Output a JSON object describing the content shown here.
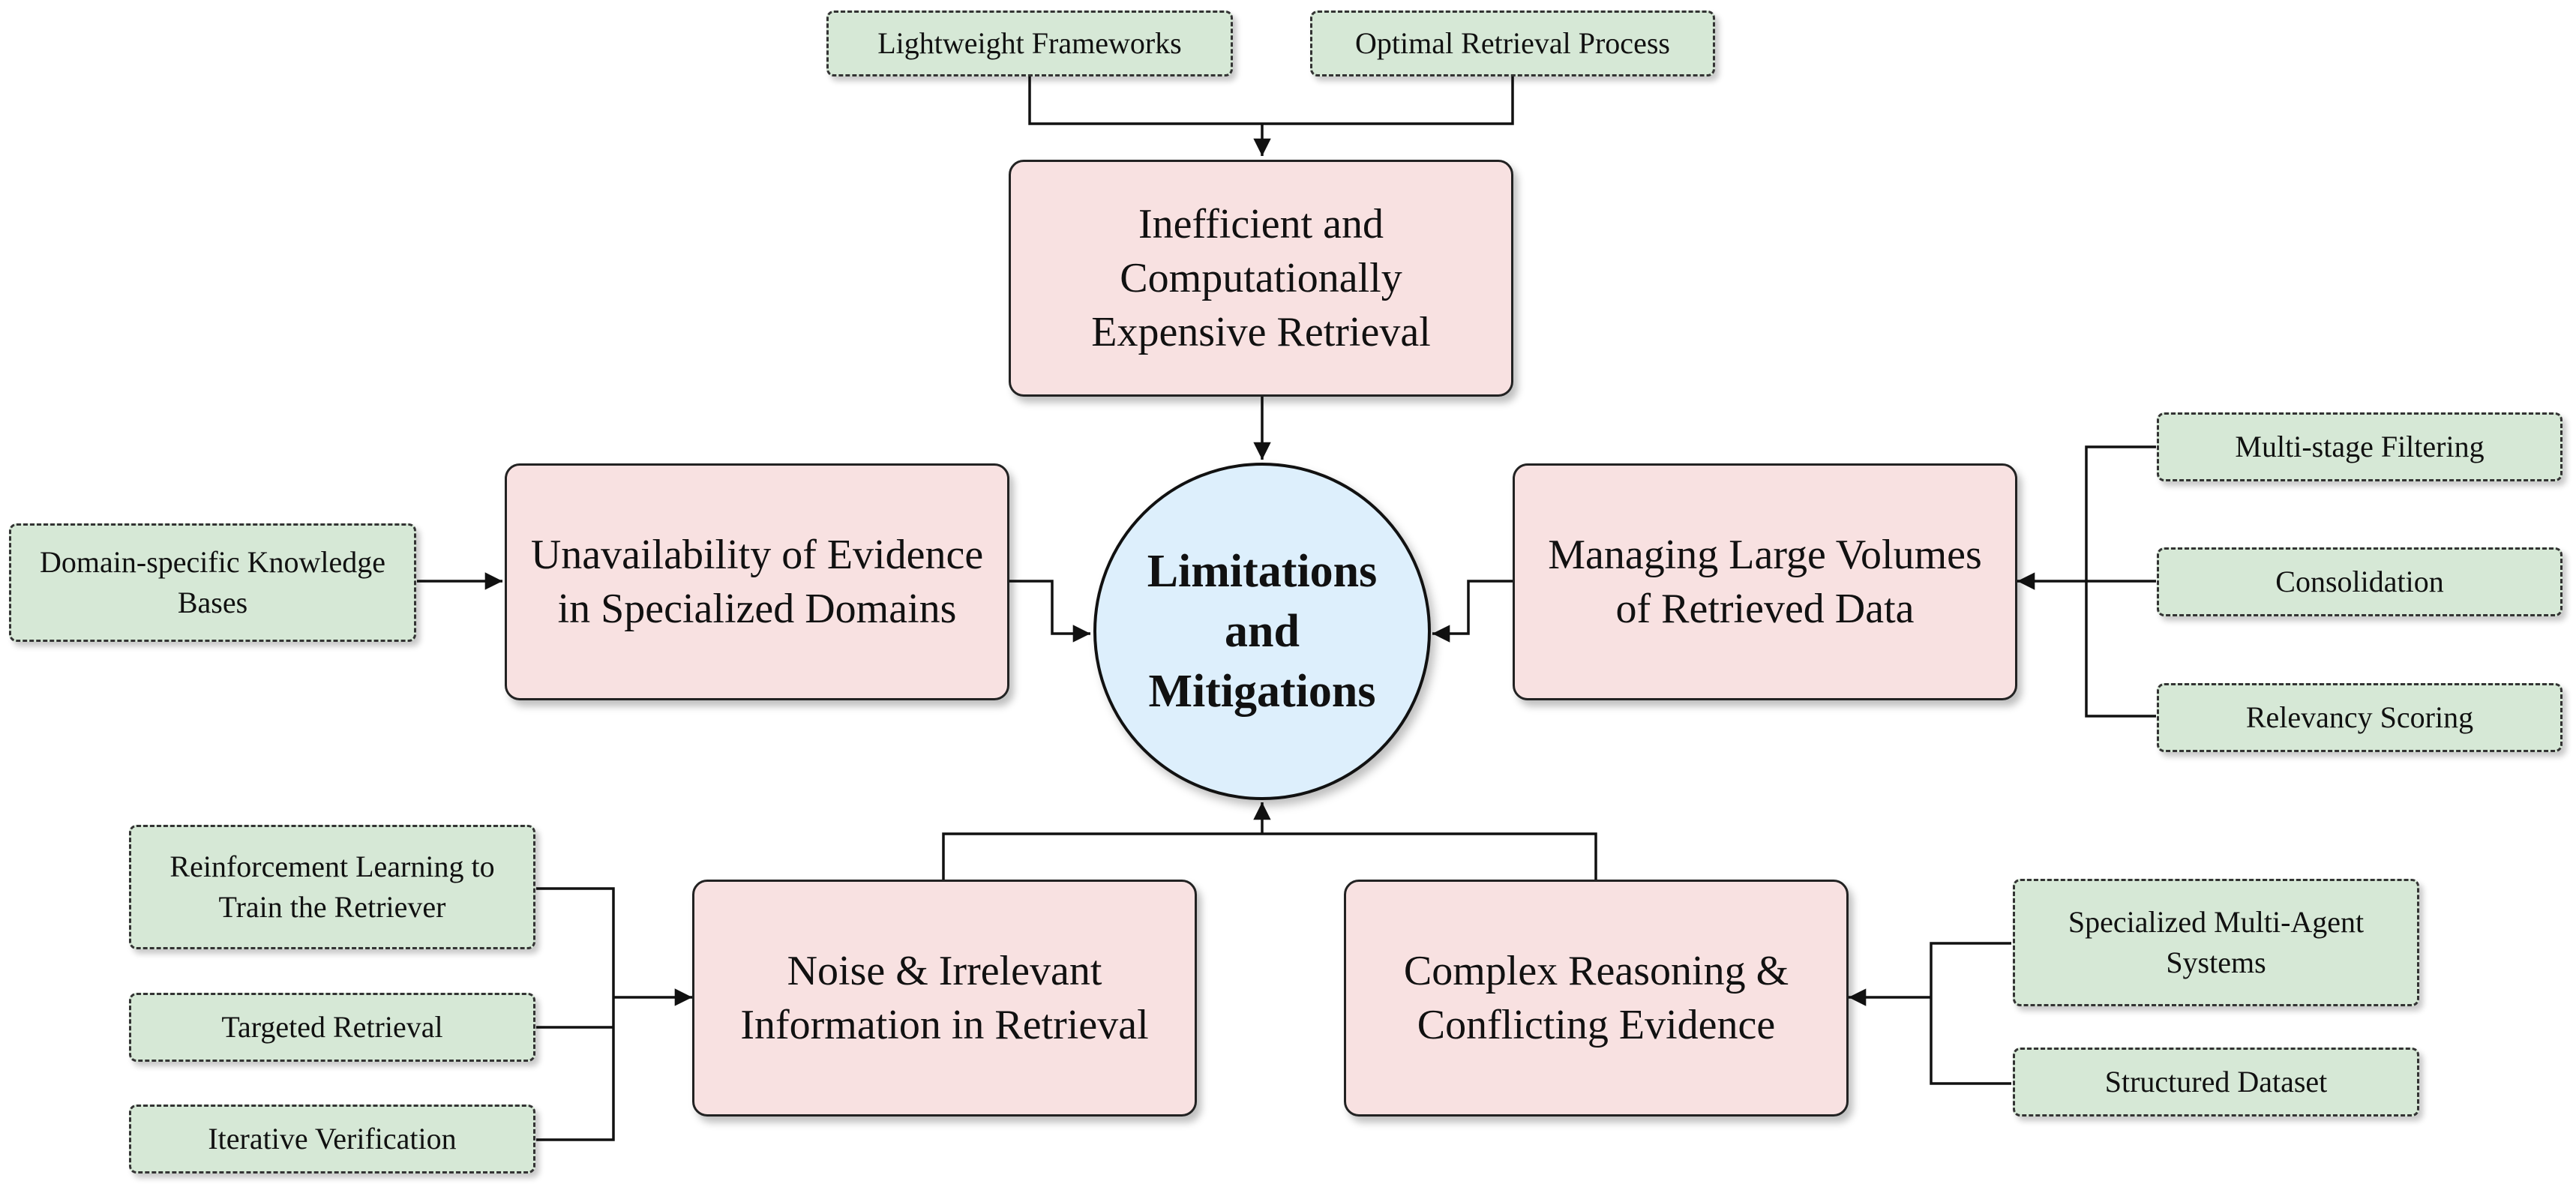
{
  "center": {
    "label": "Limitations and Mitigations"
  },
  "limitations": {
    "retrieval_cost": "Inefficient and Computationally Expensive Retrieval",
    "specialized_domains": "Unavailability of Evidence in Specialized Domains",
    "large_volumes": "Managing Large Volumes of Retrieved Data",
    "noise": "Noise & Irrelevant Information in Retrieval",
    "complex_reasoning": "Complex Reasoning & Conflicting Evidence"
  },
  "mitigations": {
    "lightweight_frameworks": "Lightweight Frameworks",
    "optimal_retrieval": "Optimal Retrieval Process",
    "domain_knowledge_bases": "Domain-specific Knowledge Bases",
    "multi_stage_filtering": "Multi-stage Filtering",
    "consolidation": "Consolidation",
    "relevancy_scoring": "Relevancy Scoring",
    "rl_retriever": "Reinforcement Learning to Train the Retriever",
    "targeted_retrieval": "Targeted Retrieval",
    "iterative_verification": "Iterative Verification",
    "multi_agent": "Specialized Multi-Agent Systems",
    "structured_dataset": "Structured Dataset"
  },
  "colors": {
    "limitation_fill": "#f8e1e1",
    "mitigation_fill": "#d6e8d6",
    "center_fill": "#ddeffc",
    "line": "#111111"
  }
}
